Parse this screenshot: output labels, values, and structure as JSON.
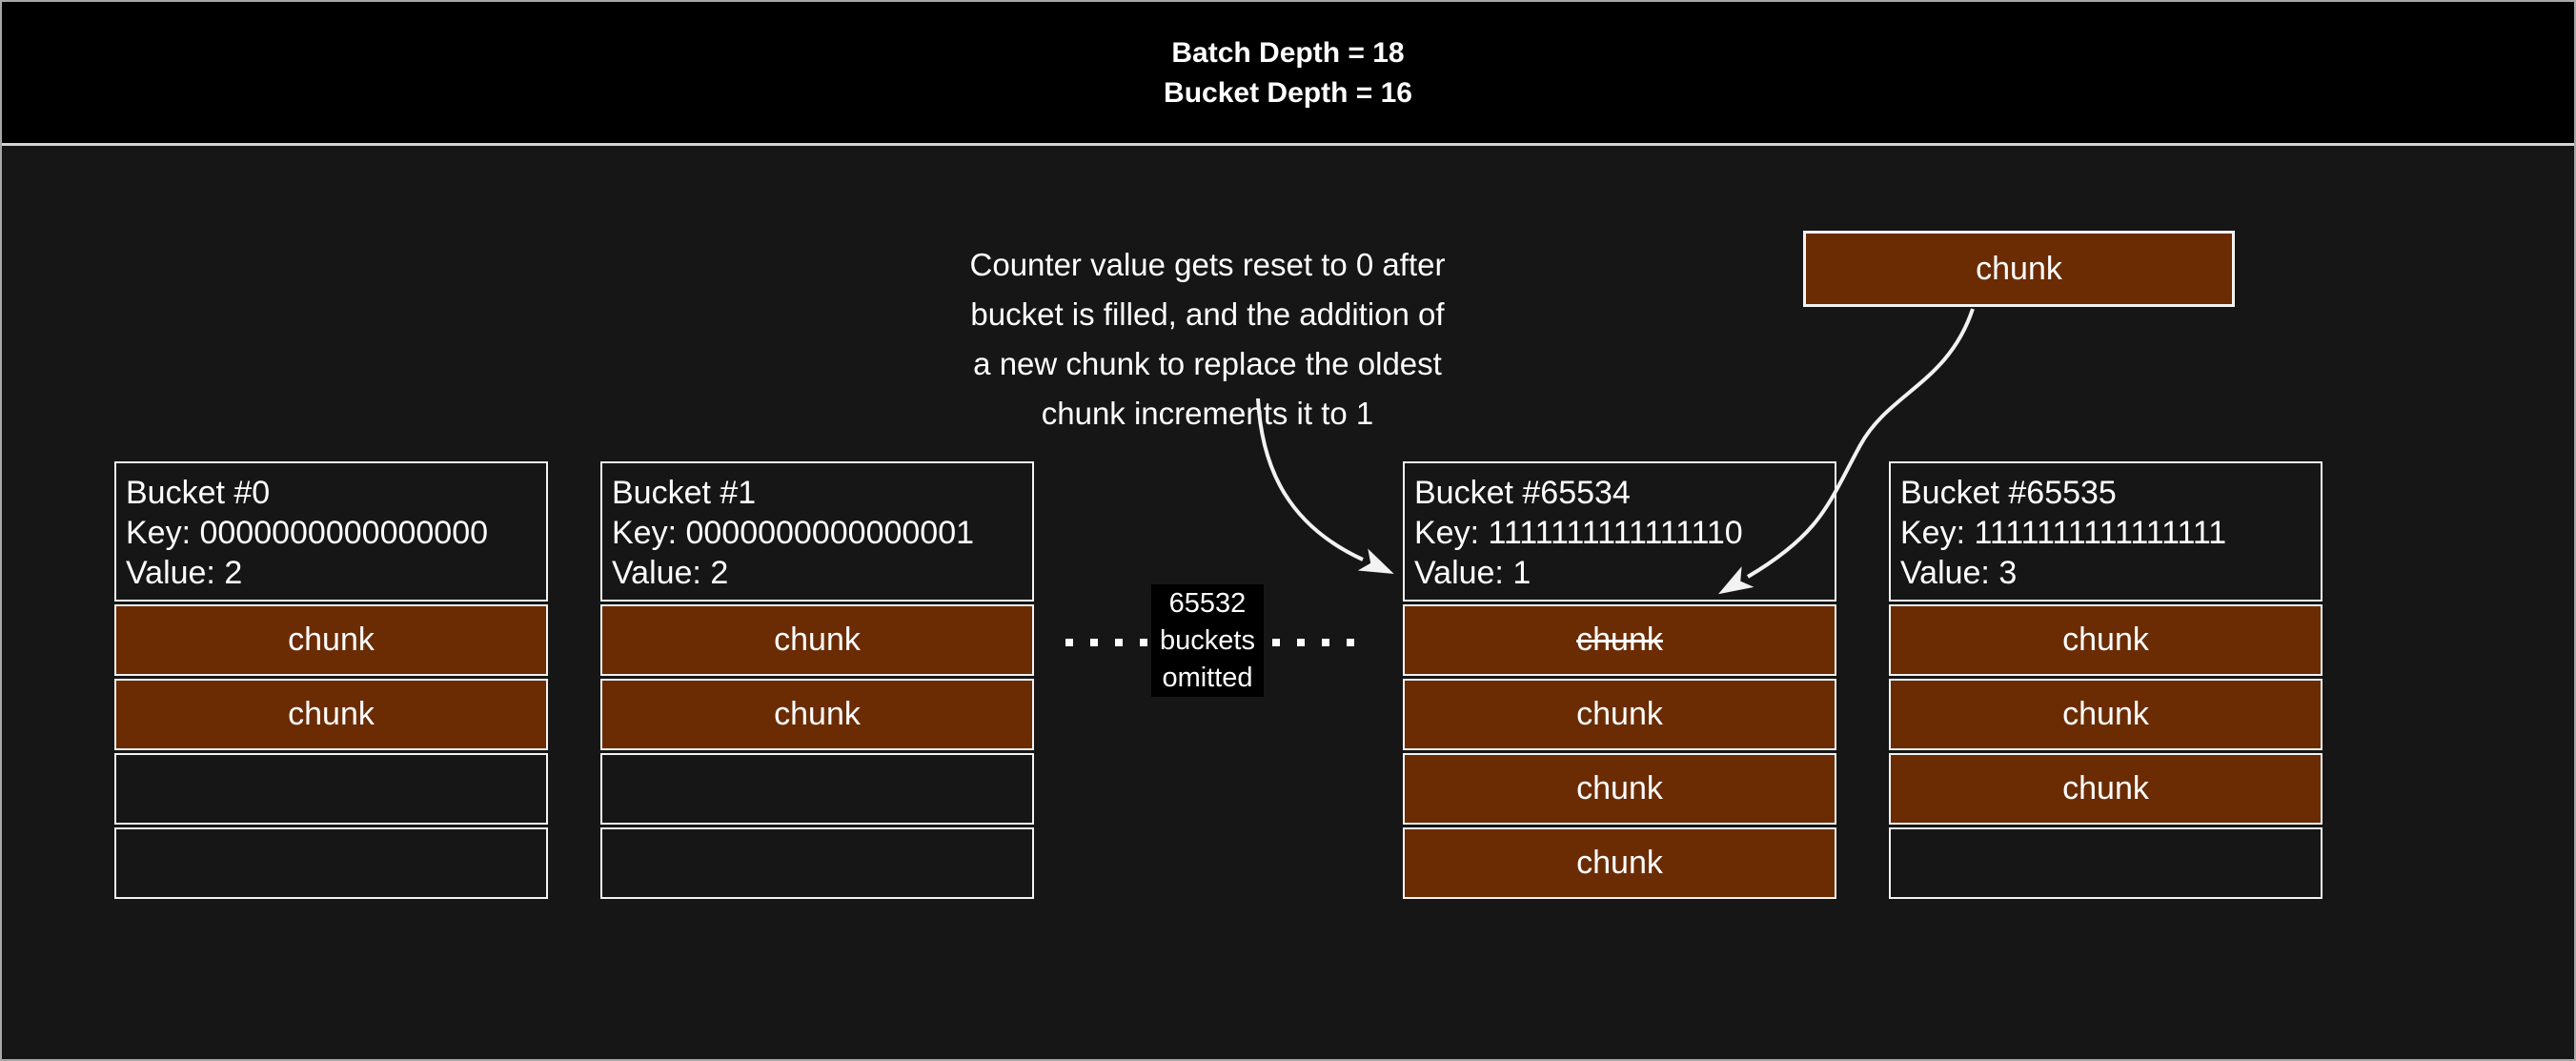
{
  "title": {
    "line1": "Batch Depth = 18",
    "line2": "Bucket Depth = 16"
  },
  "annotation": {
    "line1": "Counter value gets reset to 0 after",
    "line2": "bucket is filled, and the addition of",
    "line3": "a new chunk to replace the oldest",
    "line4": "chunk increments it to 1"
  },
  "floating_chunk_label": "chunk",
  "omitted_note": {
    "line1": "65532",
    "line2": "buckets",
    "line3": "omitted",
    "dots_per_side": 4
  },
  "buckets": [
    {
      "title": "Bucket #0",
      "key": "Key: 0000000000000000",
      "value": "Value: 2",
      "slots": [
        {
          "label": "chunk",
          "filled": true
        },
        {
          "label": "chunk",
          "filled": true
        },
        {
          "label": "",
          "filled": false
        },
        {
          "label": "",
          "filled": false
        }
      ]
    },
    {
      "title": "Bucket #1",
      "key": "Key: 0000000000000001",
      "value": "Value: 2",
      "slots": [
        {
          "label": "chunk",
          "filled": true
        },
        {
          "label": "chunk",
          "filled": true
        },
        {
          "label": "",
          "filled": false
        },
        {
          "label": "",
          "filled": false
        }
      ]
    },
    {
      "title": "Bucket #65534",
      "key": "Key: 1111111111111110",
      "value": "Value: 1",
      "slots": [
        {
          "label": "chunk",
          "filled": true,
          "struck": true
        },
        {
          "label": "chunk",
          "filled": true
        },
        {
          "label": "chunk",
          "filled": true
        },
        {
          "label": "chunk",
          "filled": true
        }
      ]
    },
    {
      "title": "Bucket #65535",
      "key": "Key: 1111111111111111",
      "value": "Value: 3",
      "slots": [
        {
          "label": "chunk",
          "filled": true
        },
        {
          "label": "chunk",
          "filled": true
        },
        {
          "label": "chunk",
          "filled": true
        },
        {
          "label": "",
          "filled": false
        }
      ]
    }
  ],
  "colors": {
    "canvas_bg": "#161616",
    "band_bg": "#000000",
    "chunk_fill": "#6b2c04",
    "box_border": "#f2f2f2",
    "text": "#ffffff"
  }
}
